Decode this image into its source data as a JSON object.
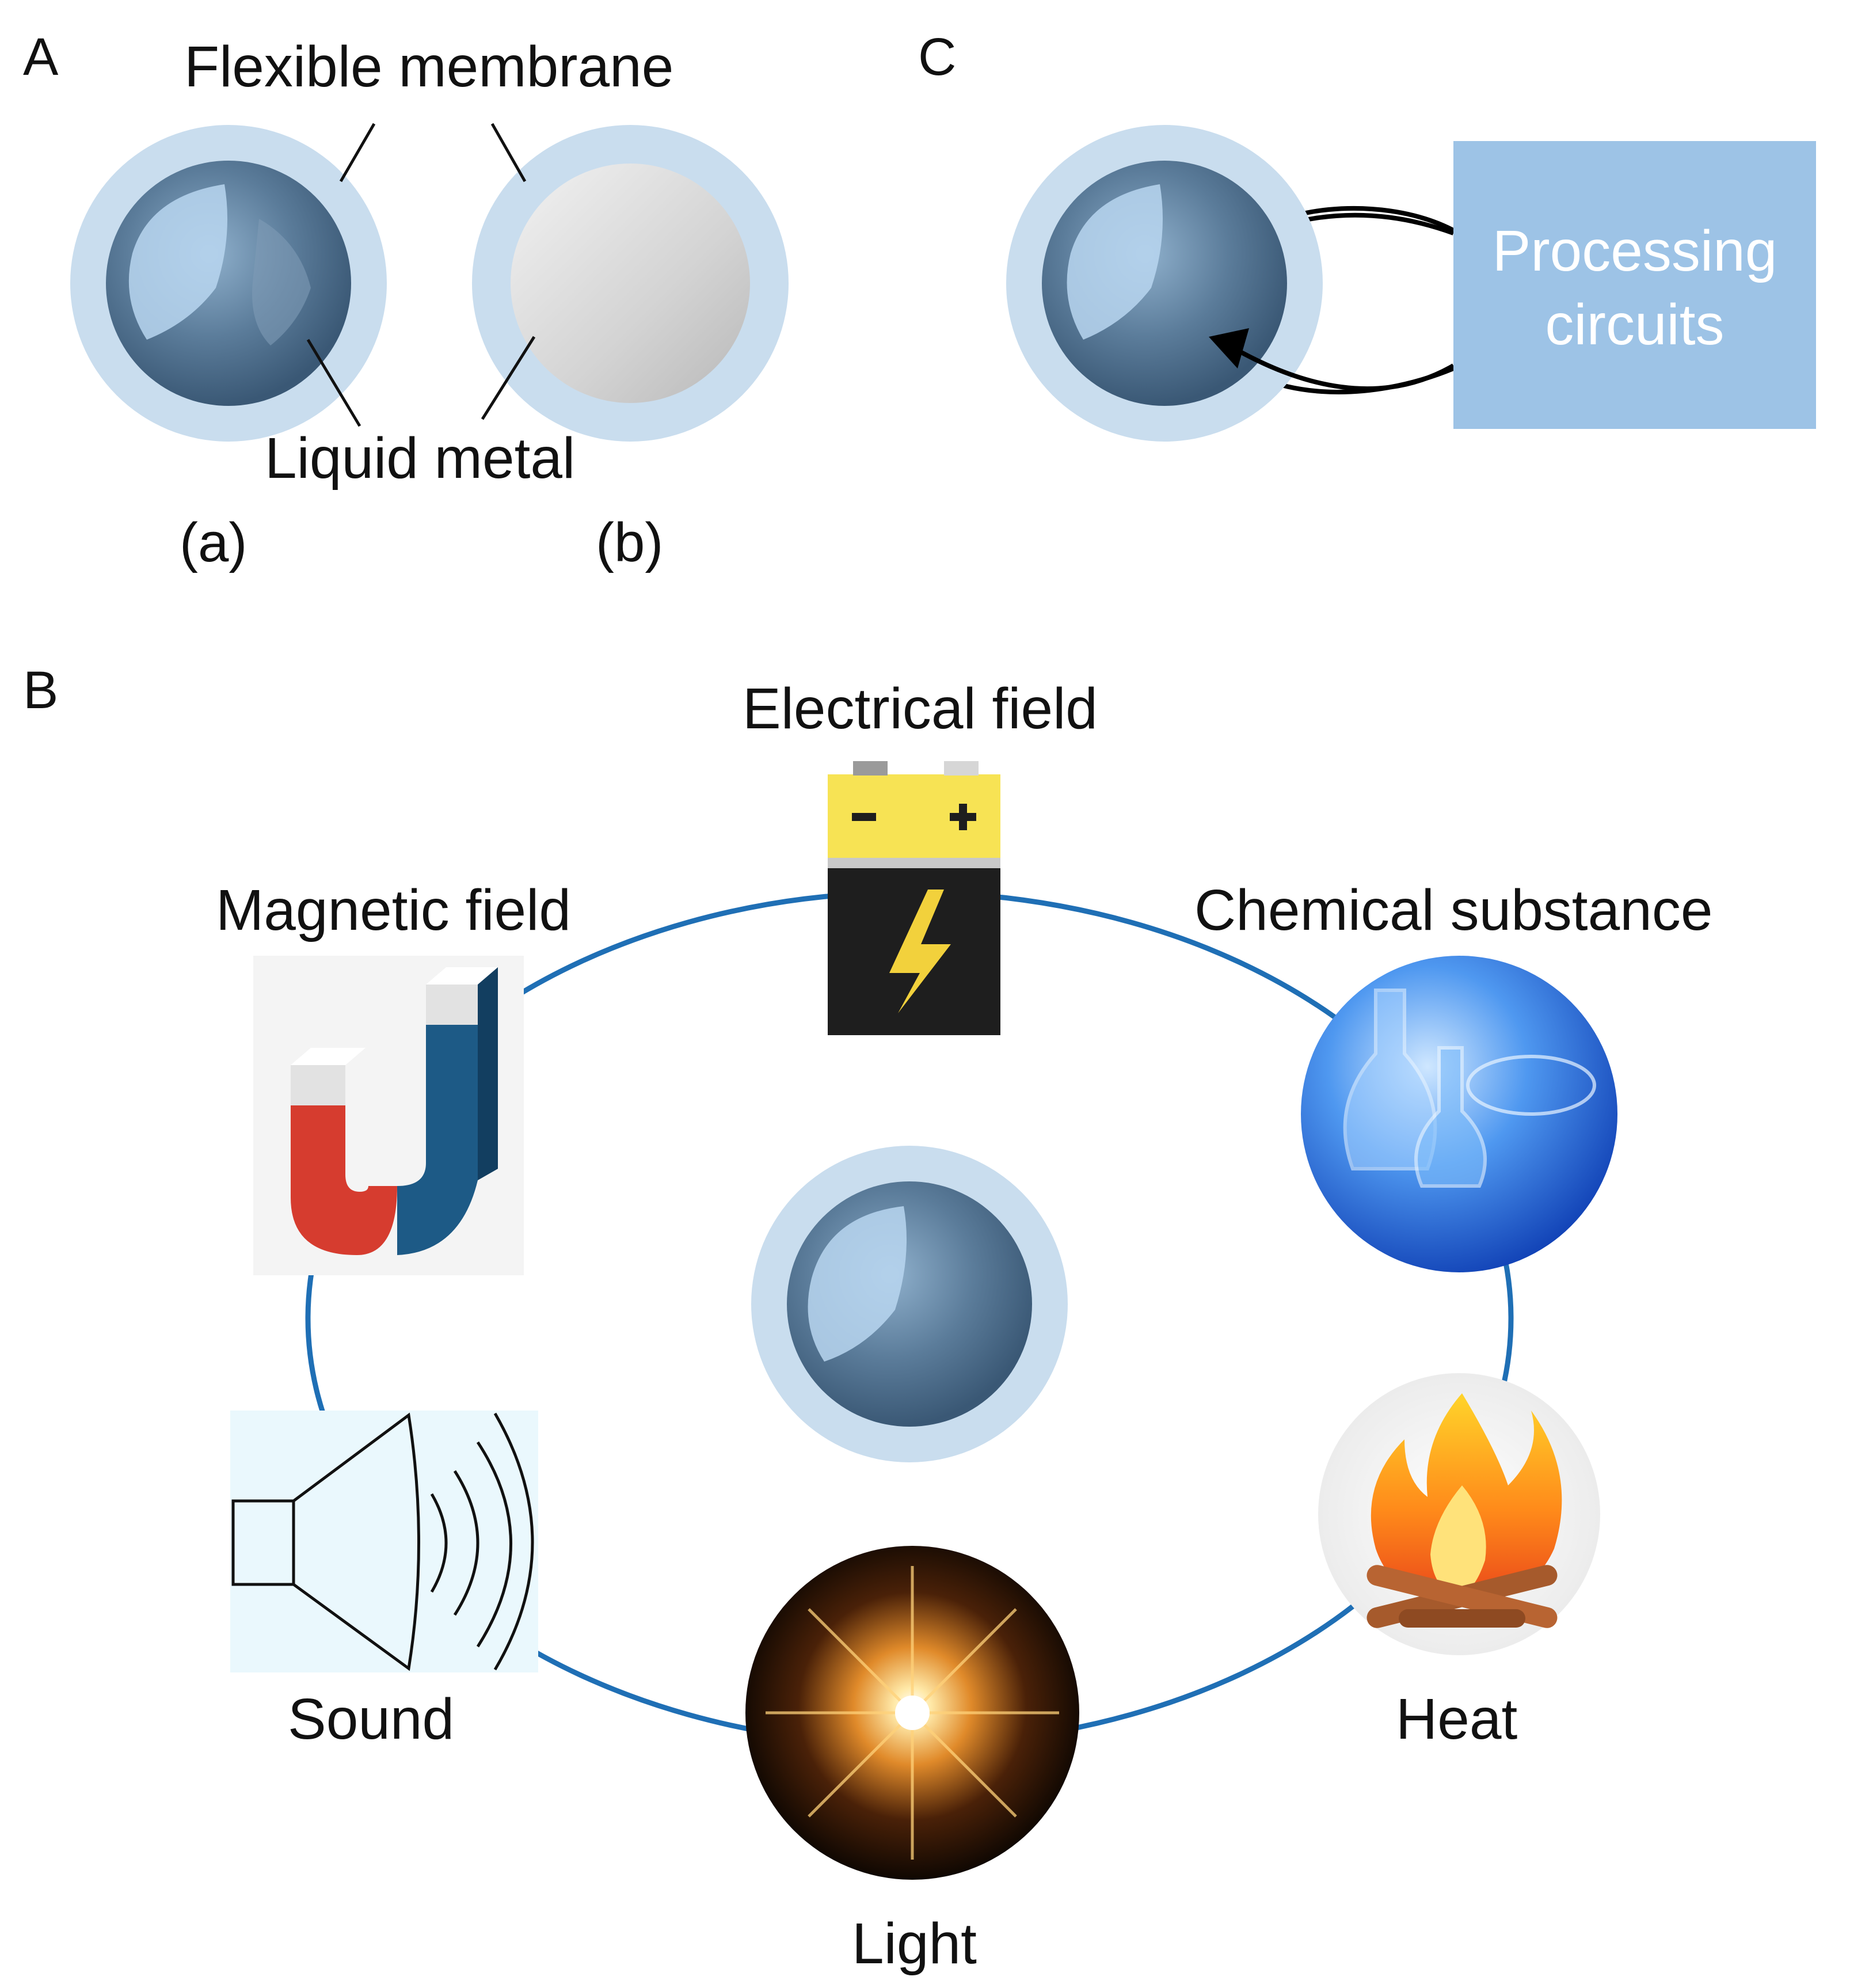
{
  "panel_a": {
    "letter": "A",
    "label_membrane": "Flexible membrane",
    "label_liquid": "Liquid metal",
    "sub_a": "(a)",
    "sub_b": "(b)"
  },
  "panel_c": {
    "letter": "C",
    "box_line1": "Processing",
    "box_line2": "circuits"
  },
  "panel_b": {
    "letter": "B",
    "stimuli": {
      "electrical": "Electrical field",
      "magnetic": "Magnetic field",
      "chemical": "Chemical substance",
      "sound": "Sound",
      "heat": "Heat",
      "light": "Light"
    }
  },
  "colors": {
    "membrane": "#c9ddee",
    "droplet": "#5d7f9c",
    "loop_ring": "#1f6fb5",
    "processing_box": "#9dc3e6",
    "battery_yellow": "#f7e354",
    "battery_black": "#1e1e1e",
    "bolt": "#f2d13c",
    "magnet_red": "#d63c2f",
    "magnet_blue": "#1d5a86",
    "chemical_blue": "#1f63d6",
    "sound_bg": "#eaf8fd"
  }
}
